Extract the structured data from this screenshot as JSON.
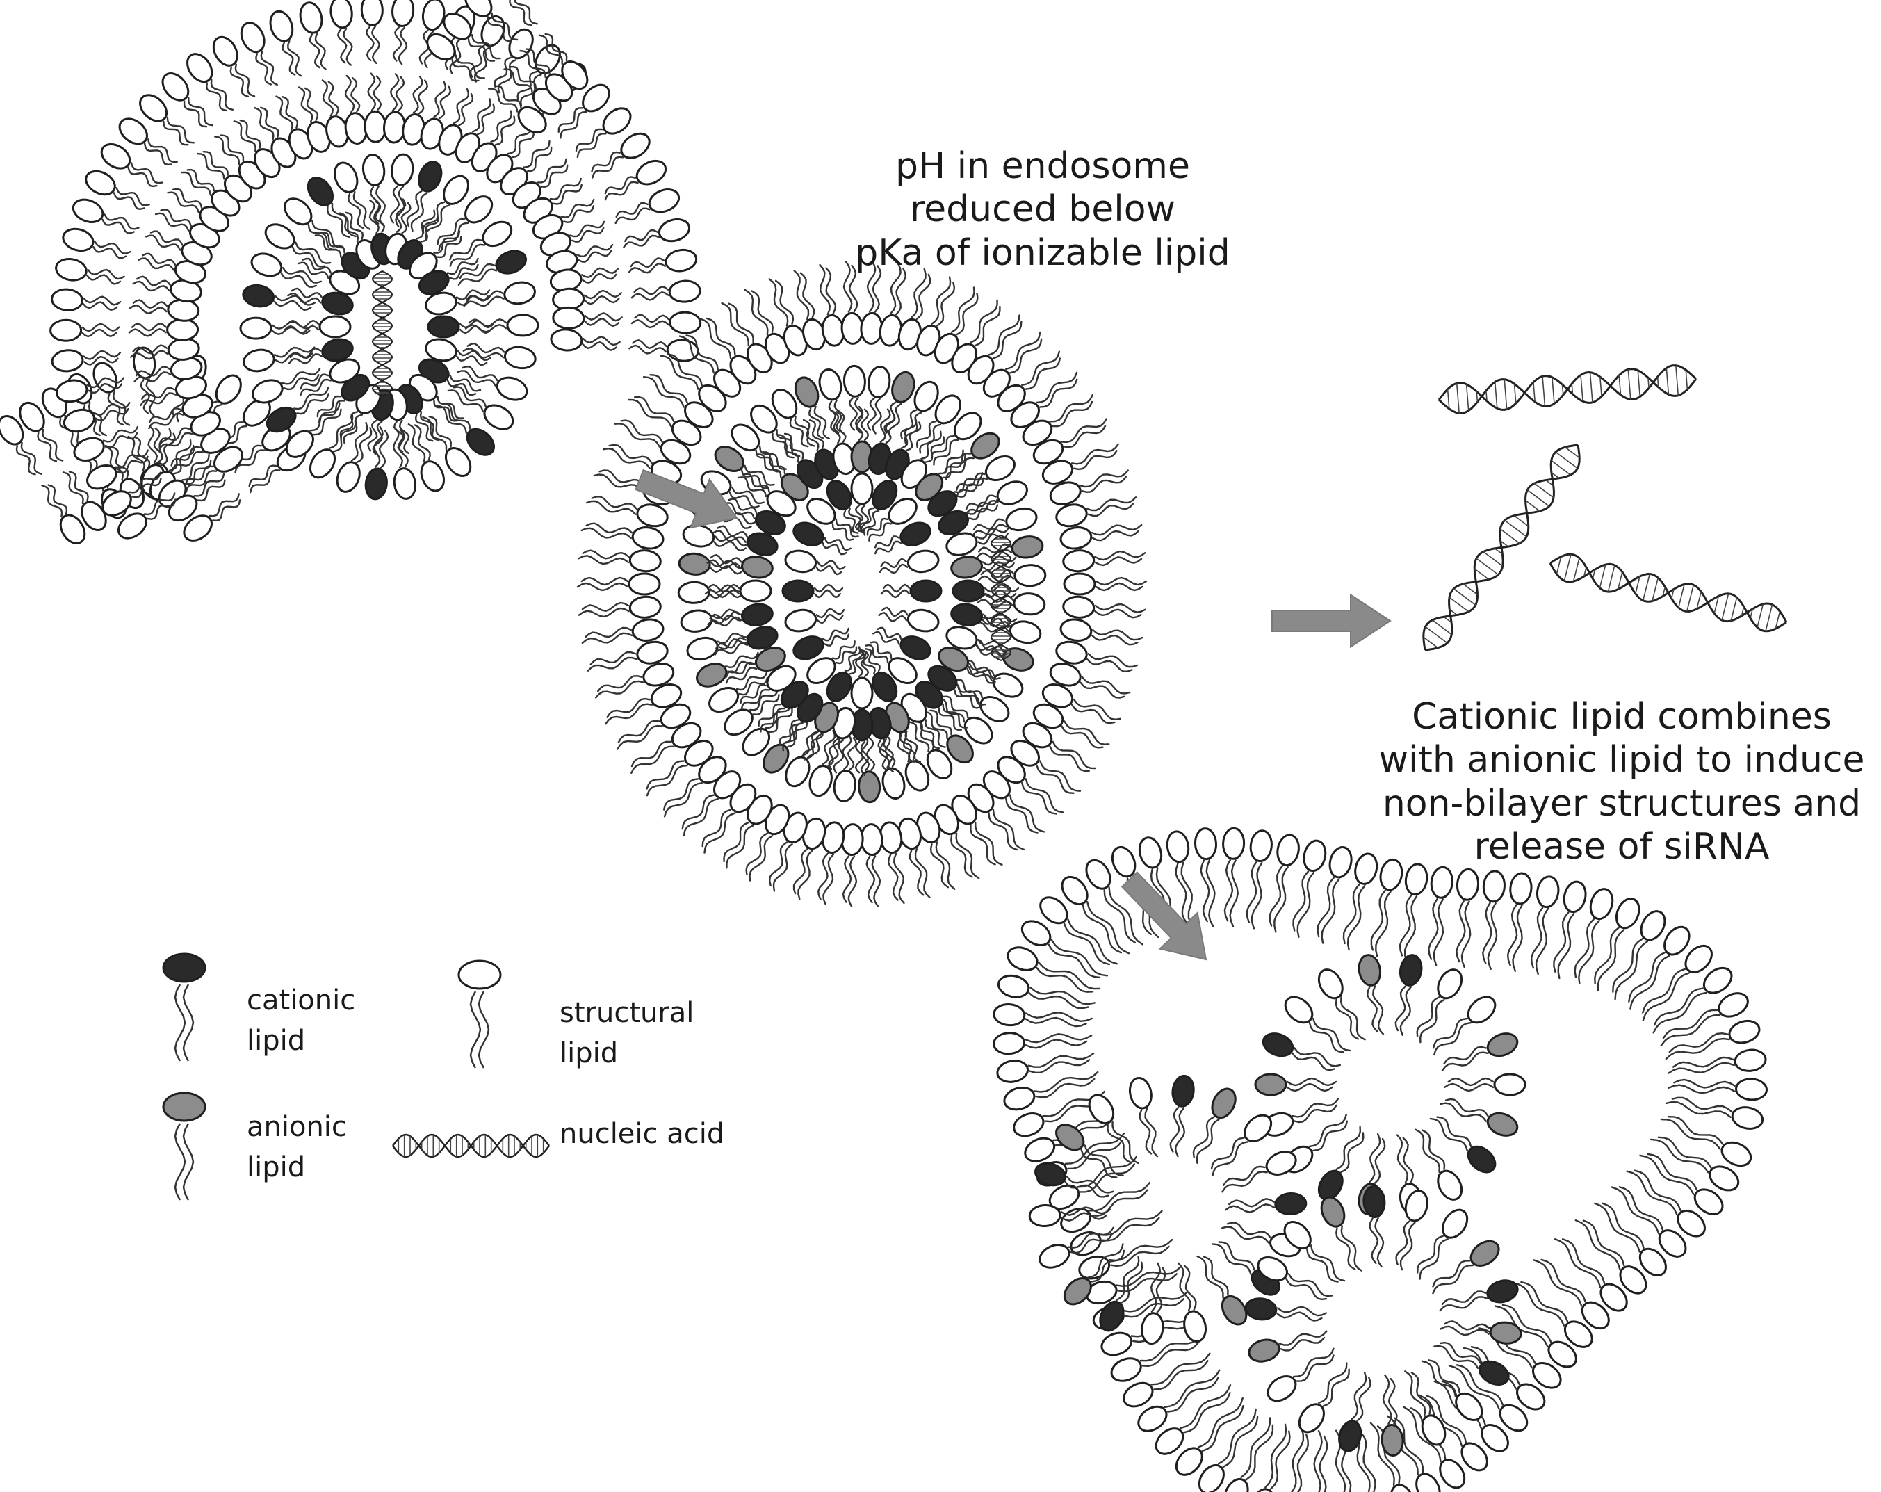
{
  "captions": {
    "endosome": {
      "line1": "pH in endosome",
      "line2": "reduced below",
      "line3": "pKa of ionizable lipid"
    },
    "release": {
      "line1": "Cationic lipid combines",
      "line2": "with anionic lipid to induce",
      "line3": "non-bilayer structures and",
      "line4": "release of siRNA"
    }
  },
  "legend": {
    "cationic": {
      "line1": "cationic",
      "line2": "lipid"
    },
    "structural": {
      "line1": "structural",
      "line2": "lipid"
    },
    "anionic": {
      "line1": "anionic",
      "line2": "lipid"
    },
    "nucleic": {
      "line1": "nucleic acid"
    }
  },
  "colors": {
    "cationic_head": "#2a2a2a",
    "anionic_head": "#8c8c8c",
    "structural_head": "#ffffff",
    "outline": "#1f1f1f",
    "arrow": "#8a8a8a"
  },
  "icons": {
    "arrows": [
      "arrow-right-icon",
      "arrow-right-icon",
      "arrow-down-right-icon"
    ],
    "molecules": [
      "nucleic-acid-strand-icon"
    ]
  }
}
